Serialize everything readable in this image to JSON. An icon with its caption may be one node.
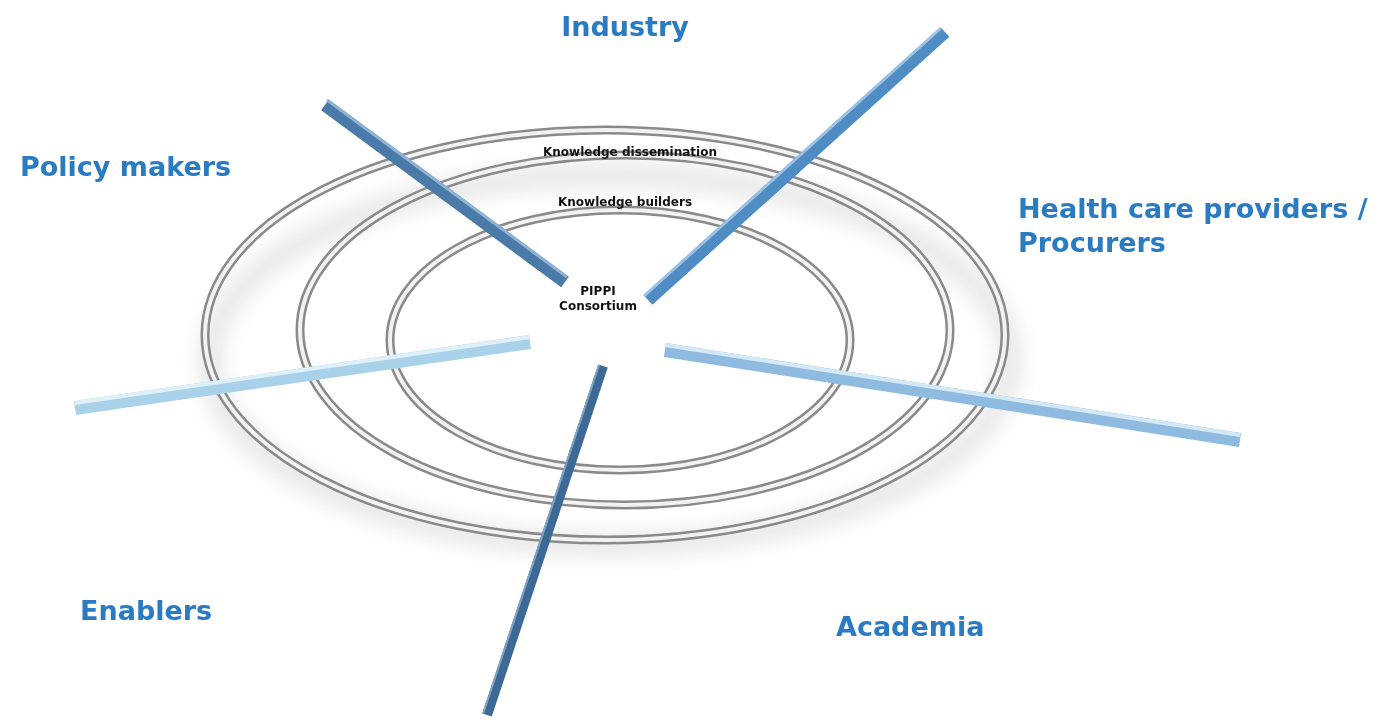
{
  "diagram": {
    "labels": [
      "Industry",
      "Policy makers",
      "Knowledge dissemination",
      "Knowledge builders",
      "Health care providers / Procurers",
      "PIPPI Consortium",
      "Enablers",
      "Academia"
    ]
  }
}
